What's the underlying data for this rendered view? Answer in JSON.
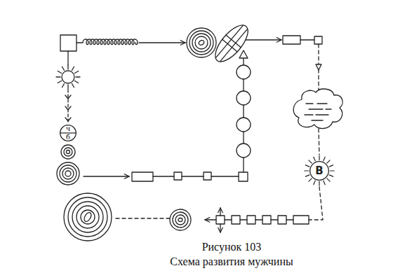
{
  "diagram": {
    "caption": "Схема развития мужчины",
    "nodes": [
      {
        "text": [
          "ч",
          "б"
        ]
      },
      {
        "text": [
          "В"
        ]
      }
    ],
    "labels": [
      "Рисунок 103"
    ]
  }
}
